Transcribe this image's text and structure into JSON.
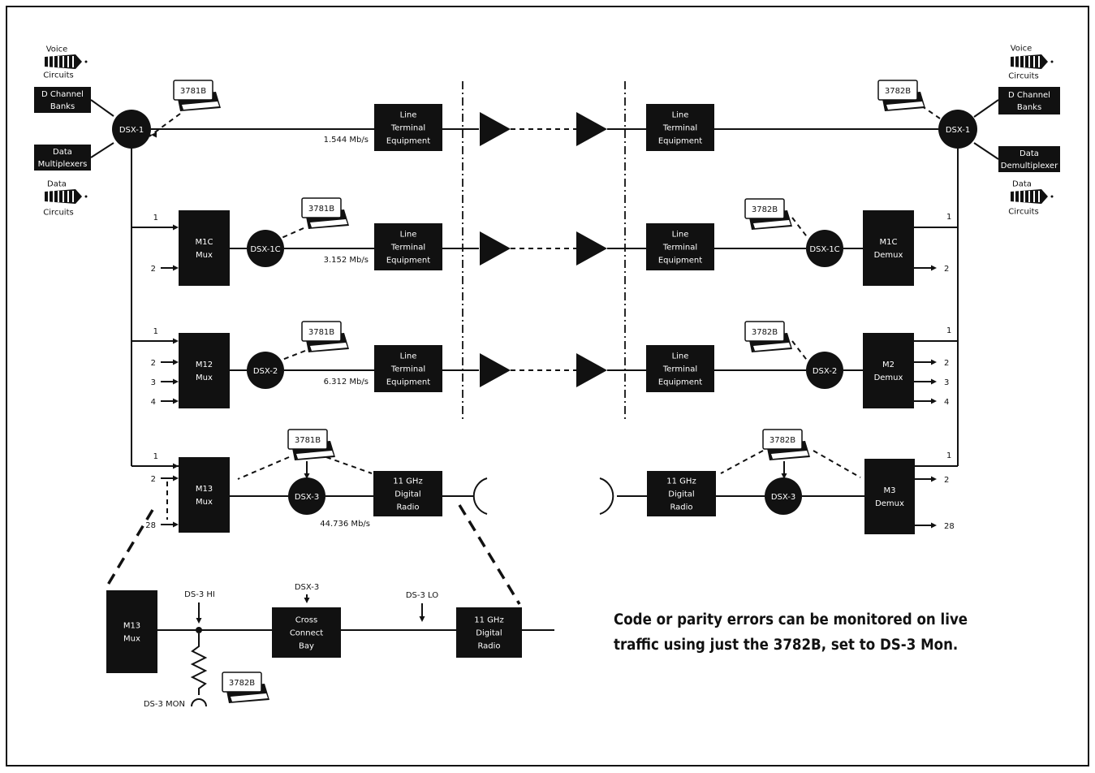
{
  "diagram": {
    "left": {
      "voice": [
        "Voice",
        "Circuits"
      ],
      "d_channel": [
        "D Channel",
        "Banks"
      ],
      "data_mux": [
        "Data",
        "Multiplexers"
      ],
      "data": [
        "Data",
        "Circuits"
      ],
      "dsx1": "DSX-1"
    },
    "right": {
      "voice": [
        "Voice",
        "Circuits"
      ],
      "d_channel": [
        "D Channel",
        "Banks"
      ],
      "data_demux": [
        "Data",
        "Demultiplexer"
      ],
      "data": [
        "Data",
        "Circuits"
      ],
      "dsx1": "DSX-1"
    },
    "lte": [
      "Line",
      "Terminal",
      "Equipment"
    ],
    "radio": [
      "11 GHz",
      "Digital",
      "Radio"
    ],
    "rows": [
      {
        "rate": "1.544 Mb/s"
      },
      {
        "mux": [
          "M1C",
          "Mux"
        ],
        "dsx": "DSX-1C",
        "rate": "3.152 Mb/s",
        "demux": [
          "M1C",
          "Demux"
        ],
        "in_ports": [
          "1",
          "2"
        ],
        "out_ports": [
          "1",
          "2"
        ]
      },
      {
        "mux": [
          "M12",
          "Mux"
        ],
        "dsx": "DSX-2",
        "rate": "6.312 Mb/s",
        "demux": [
          "M2",
          "Demux"
        ],
        "in_ports": [
          "1",
          "2",
          "3",
          "4"
        ],
        "out_ports": [
          "1",
          "2",
          "3",
          "4"
        ]
      },
      {
        "mux": [
          "M13",
          "Mux"
        ],
        "dsx": "DSX-3",
        "rate": "44.736 Mb/s",
        "demux": [
          "M3",
          "Demux"
        ],
        "in_ports": [
          "1",
          "2",
          "28"
        ],
        "out_ports": [
          "1",
          "2",
          "28"
        ]
      }
    ],
    "instruments": {
      "left": "3781B",
      "right": "3782B"
    },
    "detail": {
      "mux": [
        "M13",
        "Mux"
      ],
      "ds3_hi": "DS-3 HI",
      "dsx3": "DSX-3",
      "cross_connect": [
        "Cross",
        "Connect",
        "Bay"
      ],
      "ds3_lo": "DS-3 LO",
      "radio": [
        "11 GHz",
        "Digital",
        "Radio"
      ],
      "ds3_mon": "DS-3 MON",
      "instrument": "3782B"
    }
  },
  "caption": [
    "Code or parity errors can be monitored on live",
    "traffic using just the 3782B, set to DS-3 Mon."
  ]
}
